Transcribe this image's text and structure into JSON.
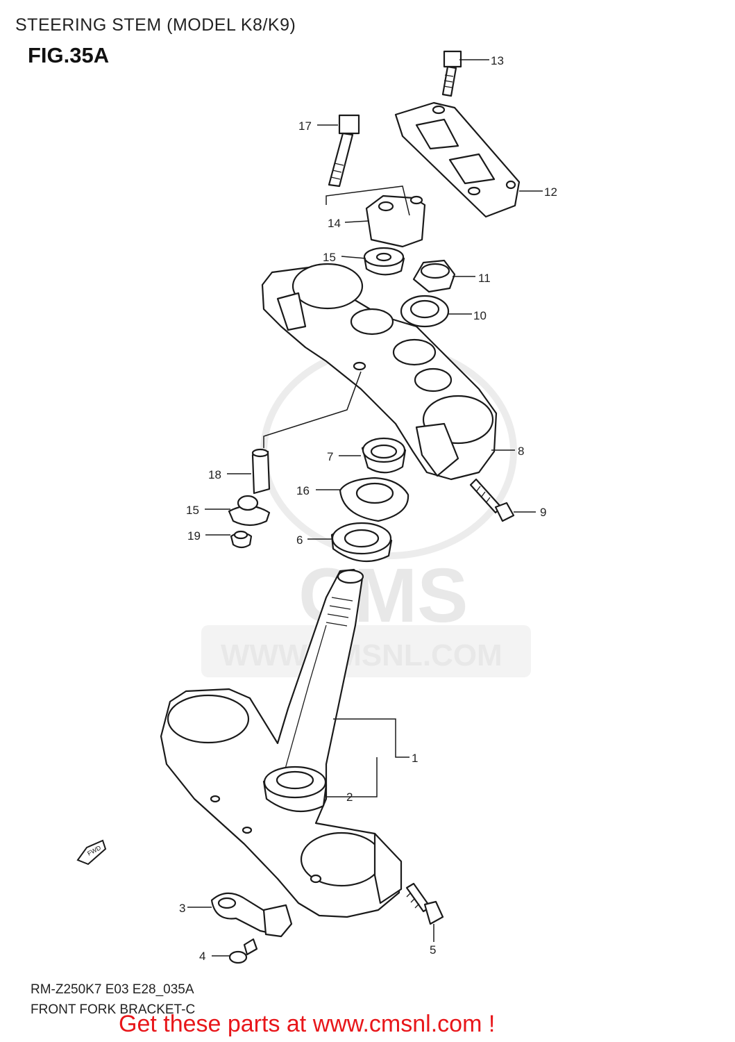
{
  "header": {
    "section_title": "STEERING STEM (MODEL K8/K9)",
    "figure_id": "FIG.35A"
  },
  "watermark": {
    "logo": "CMS",
    "url": "WWW.CMSNL.COM"
  },
  "fwd_badge": "FWD",
  "callouts": [
    {
      "num": "1",
      "part": "steering-stem"
    },
    {
      "num": "2",
      "part": "stem-bearing-lower"
    },
    {
      "num": "3",
      "part": "hose-guide"
    },
    {
      "num": "4",
      "part": "guide-bolt"
    },
    {
      "num": "5",
      "part": "clamp-bolt-lower"
    },
    {
      "num": "6",
      "part": "stem-bearing-upper"
    },
    {
      "num": "7",
      "part": "stem-lock-nut"
    },
    {
      "num": "8",
      "part": "upper-fork-bracket"
    },
    {
      "num": "9",
      "part": "clamp-bolt-upper"
    },
    {
      "num": "10",
      "part": "washer"
    },
    {
      "num": "11",
      "part": "stem-head-nut"
    },
    {
      "num": "12",
      "part": "handlebar-holder-upper"
    },
    {
      "num": "13",
      "part": "holder-bolt"
    },
    {
      "num": "14",
      "part": "handlebar-holder-lower"
    },
    {
      "num": "15",
      "part": "cushion"
    },
    {
      "num": "16",
      "part": "dust-seal"
    },
    {
      "num": "17",
      "part": "holder-bolt-long"
    },
    {
      "num": "18",
      "part": "collar"
    },
    {
      "num": "19",
      "part": "nut"
    }
  ],
  "footer": {
    "model_code": "RM-Z250K7 E03 E28_035A",
    "assembly_name": "FRONT FORK BRACKET-C",
    "cta": "Get these parts at www.cmsnl.com !"
  }
}
